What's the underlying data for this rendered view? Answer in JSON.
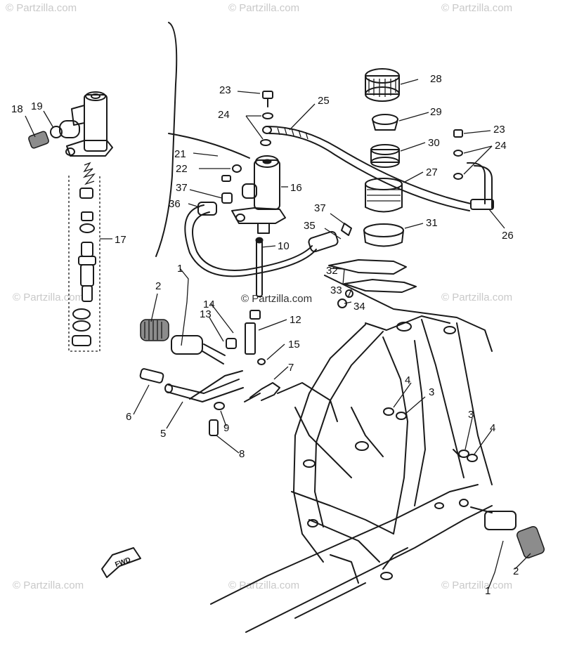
{
  "watermarks": {
    "brand": "© Partzilla.com",
    "center": "© Partzilla.com"
  },
  "fwd_label": "FWD",
  "callouts": {
    "c2a": "2",
    "c2b": "2",
    "c3a": "3",
    "c3b": "3",
    "c4a": "4",
    "c4b": "4",
    "c5": "5",
    "c6": "6",
    "c7": "7",
    "c8": "8",
    "c9": "9",
    "c10": "10",
    "c12": "12",
    "c13": "13",
    "c14": "14",
    "c15": "15",
    "c16": "16",
    "c17": "17",
    "c18": "18",
    "c19": "19",
    "c21": "21",
    "c22": "22",
    "c23a": "23",
    "c23b": "23",
    "c24a": "24",
    "c24b": "24",
    "c25": "25",
    "c26": "26",
    "c27": "27",
    "c28": "28",
    "c29": "29",
    "c30": "30",
    "c31": "31",
    "c32": "32",
    "c33": "33",
    "c34": "34",
    "c35": "35",
    "c36": "36",
    "c37a": "37",
    "c37b": "37",
    "c1a": "1",
    "c1b": "1"
  }
}
